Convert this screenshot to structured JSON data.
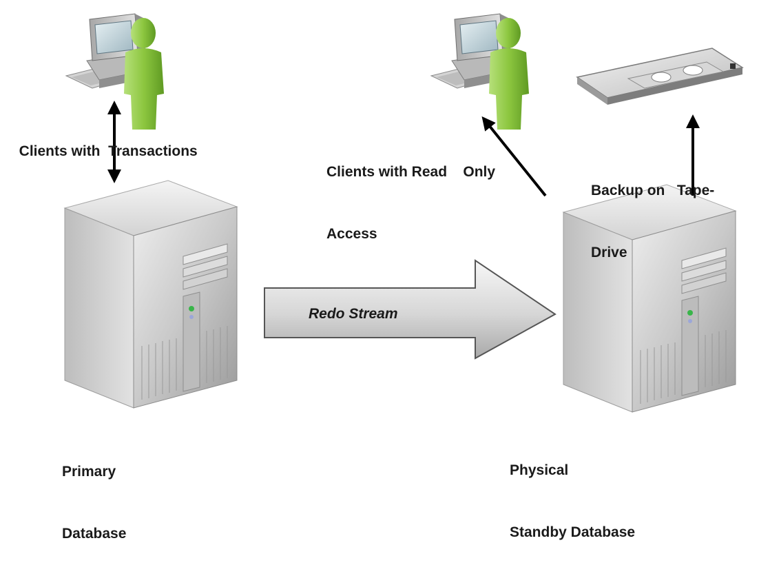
{
  "labels": {
    "clients_transactions": "Clients with  Transactions",
    "clients_readonly_line1": "Clients with Read    Only",
    "clients_readonly_line2": "Access",
    "backup_line1": "Backup on   Tape-",
    "backup_line2": "Drive",
    "redo_stream": "Redo Stream",
    "primary_line1": "Primary",
    "primary_line2": "Database",
    "standby_line1": "Physical",
    "standby_line2": "Standby Database"
  },
  "colors": {
    "person": "#8cc63f",
    "server": "#c8c8c8",
    "arrow_fill": "#d9d9d9",
    "connector": "#000000"
  },
  "icons": {
    "client_workstation": "desktop-computer-icon",
    "user": "person-icon",
    "server": "server-tower-icon",
    "tape": "tape-cartridge-icon"
  }
}
